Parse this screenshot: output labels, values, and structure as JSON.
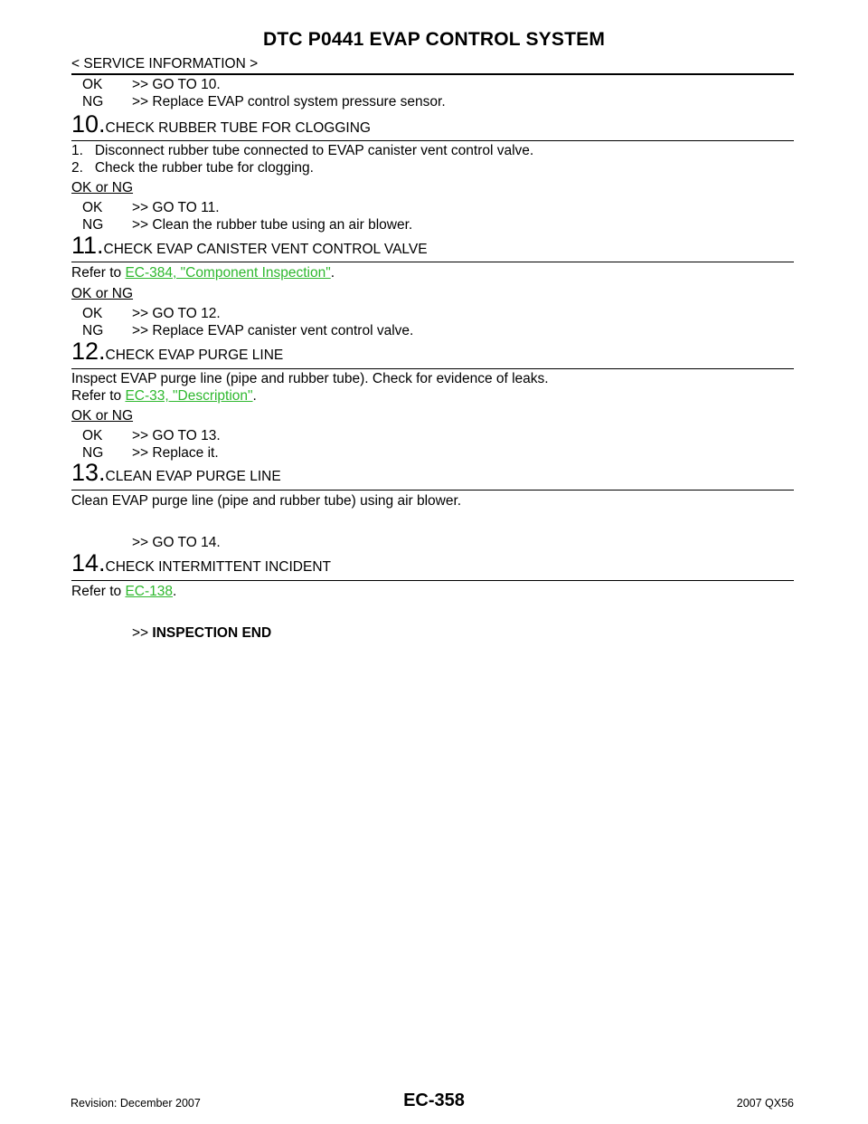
{
  "header": {
    "title": "DTC P0441 EVAP CONTROL SYSTEM",
    "section": "< SERVICE INFORMATION >"
  },
  "top_results": [
    {
      "key": "OK",
      "value": ">> GO TO 10."
    },
    {
      "key": "NG",
      "value": ">> Replace EVAP control system pressure sensor."
    }
  ],
  "steps": {
    "s10": {
      "num": "10.",
      "title": "CHECK RUBBER TUBE FOR CLOGGING",
      "items": [
        "1.   Disconnect rubber tube connected to EVAP canister vent control valve.",
        "2.   Check the rubber tube for clogging."
      ],
      "oknglabel": "OK or NG",
      "results": [
        {
          "key": "OK",
          "value": ">> GO TO 11."
        },
        {
          "key": "NG",
          "value": ">> Clean the rubber tube using an air blower."
        }
      ]
    },
    "s11": {
      "num": "11.",
      "title": "CHECK EVAP CANISTER VENT CONTROL VALVE",
      "refer_prefix": "Refer to ",
      "link": "EC-384, \"Component Inspection\"",
      "refer_suffix": ".",
      "oknglabel": "OK or NG",
      "results": [
        {
          "key": "OK",
          "value": ">> GO TO 12."
        },
        {
          "key": "NG",
          "value": ">> Replace EVAP canister vent control valve."
        }
      ]
    },
    "s12": {
      "num": "12.",
      "title": "CHECK EVAP PURGE LINE",
      "text": "Inspect EVAP purge line (pipe and rubber tube). Check for evidence of leaks.",
      "refer_prefix": "Refer to ",
      "link": "EC-33, \"Description\"",
      "refer_suffix": ".",
      "oknglabel": "OK or NG",
      "results": [
        {
          "key": "OK",
          "value": ">> GO TO 13."
        },
        {
          "key": "NG",
          "value": ">> Replace it."
        }
      ]
    },
    "s13": {
      "num": "13.",
      "title": "CLEAN EVAP PURGE LINE",
      "text": "Clean EVAP purge line (pipe and rubber tube) using air blower.",
      "result": ">> GO TO 14."
    },
    "s14": {
      "num": "14.",
      "title": "CHECK INTERMITTENT INCIDENT",
      "refer_prefix": "Refer to ",
      "link": "EC-138",
      "refer_suffix": ".",
      "result_prefix": ">> ",
      "result_bold": "INSPECTION END"
    }
  },
  "footer": {
    "page": "EC-358",
    "revision": "Revision: December 2007",
    "model": "2007 QX56"
  }
}
